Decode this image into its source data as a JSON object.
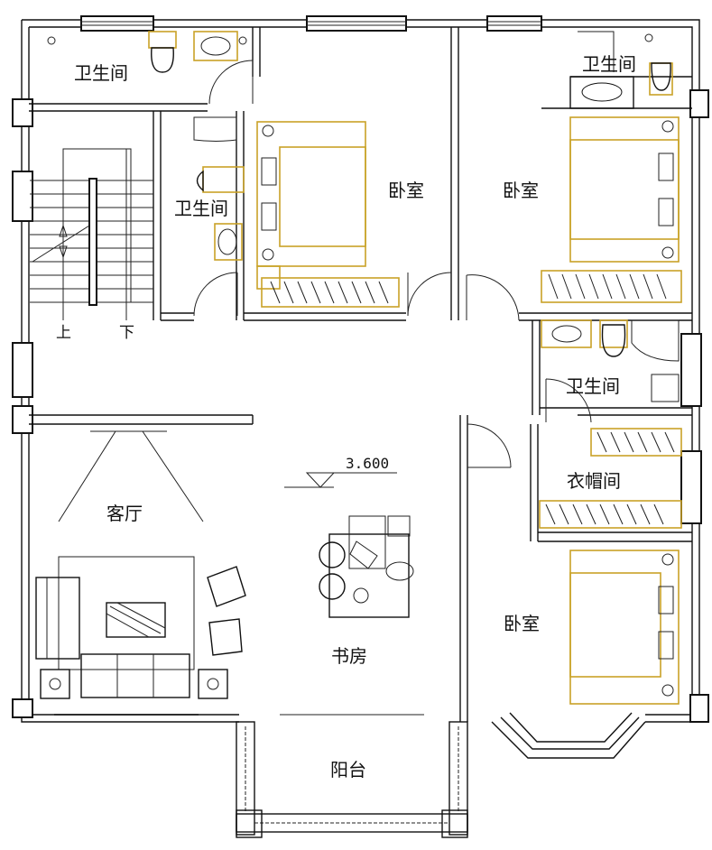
{
  "rooms": {
    "bath_top_left": "卫生间",
    "bath_center": "卫生间",
    "bedroom_center": "卧室",
    "bedroom_top_right": "卧室",
    "bath_top_right": "卫生间",
    "bath_right": "卫生间",
    "closet": "衣帽间",
    "living": "客厅",
    "study": "书房",
    "bedroom_bottom_right": "卧室",
    "balcony": "阳台"
  },
  "stairs": {
    "up": "上",
    "down": "下"
  },
  "elevation": "3.600",
  "colors": {
    "walls": "#111111",
    "furniture": "#c9a227"
  }
}
